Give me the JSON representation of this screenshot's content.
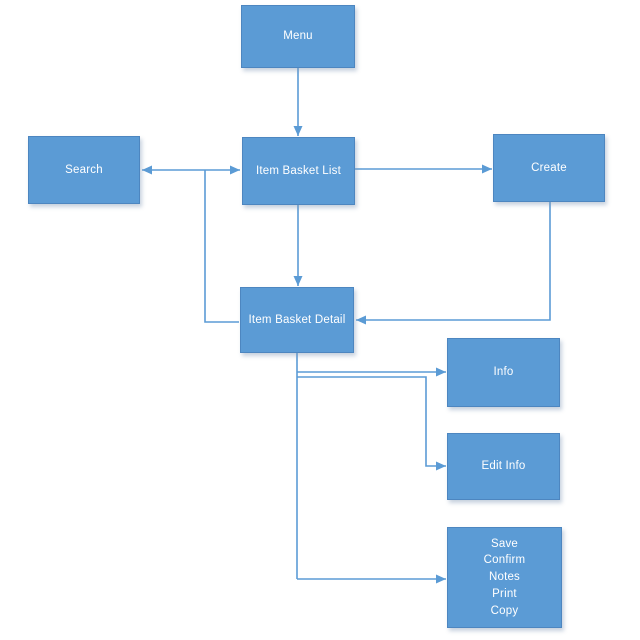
{
  "diagram": {
    "type": "flowchart",
    "colors": {
      "node_fill": "#5B9BD5",
      "node_border": "#4D86C0",
      "connector": "#5B9BD5",
      "text": "#FFFFFF",
      "background": "#FFFFFF"
    },
    "nodes": {
      "menu": {
        "label": "Menu"
      },
      "search": {
        "label": "Search"
      },
      "item_basket_list": {
        "label": "Item Basket List"
      },
      "create": {
        "label": "Create"
      },
      "item_basket_detail": {
        "label": "Item Basket Detail"
      },
      "info": {
        "label": "Info"
      },
      "edit_info": {
        "label": "Edit Info"
      },
      "actions": {
        "label": "Save\nConfirm\nNotes\nPrint\nCopy"
      }
    },
    "connections": [
      {
        "from": "Menu",
        "to": "Item Basket List",
        "arrow": "to"
      },
      {
        "from": "Search",
        "to": "Item Basket List",
        "arrow": "both"
      },
      {
        "from": "Search/Item Basket List link",
        "to": "Item Basket Detail",
        "arrow": "none"
      },
      {
        "from": "Item Basket List",
        "to": "Create",
        "arrow": "to"
      },
      {
        "from": "Create",
        "to": "Item Basket Detail",
        "arrow": "to"
      },
      {
        "from": "Item Basket List",
        "to": "Item Basket Detail",
        "arrow": "to"
      },
      {
        "from": "Item Basket Detail",
        "to": "Info",
        "arrow": "to"
      },
      {
        "from": "Item Basket Detail",
        "to": "Edit Info",
        "arrow": "to"
      },
      {
        "from": "Item Basket Detail",
        "to": "Save Confirm Notes Print Copy",
        "arrow": "to"
      }
    ]
  }
}
